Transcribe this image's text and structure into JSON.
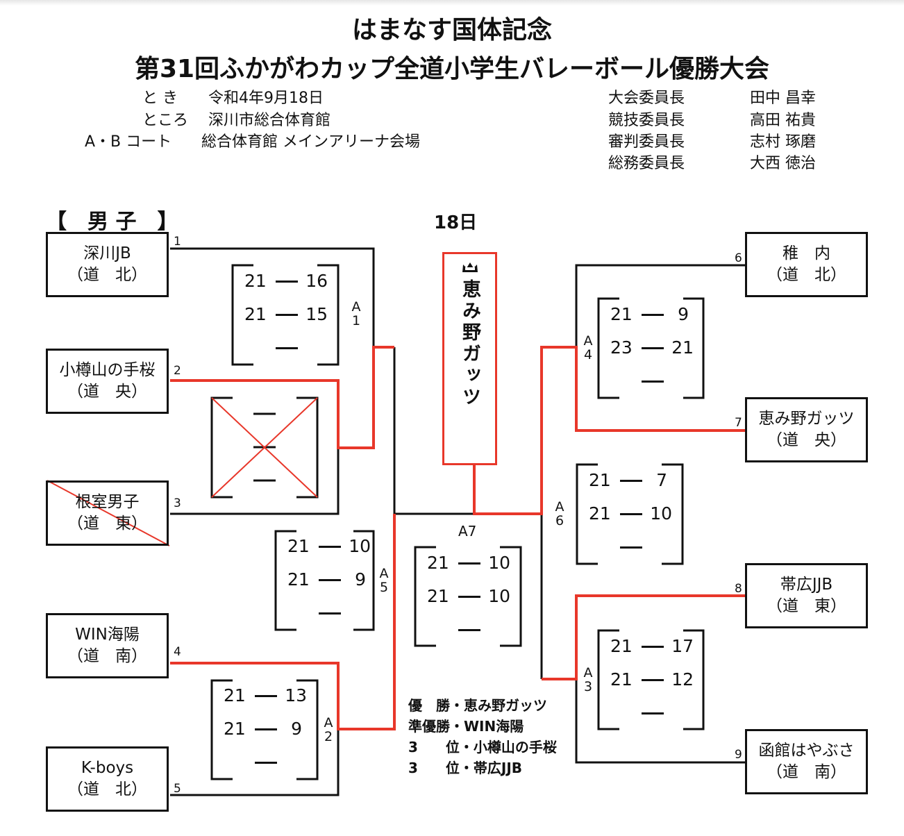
{
  "header": {
    "title1": "はまなす国体記念",
    "title2": "第31回ふかがわカップ全道小学生バレーボール優勝大会"
  },
  "info_left": [
    {
      "label": "と き",
      "value": "令和4年9月18日"
    },
    {
      "label": "ところ",
      "value": "深川市総合体育館"
    },
    {
      "label": "A・B コート",
      "value": "総合体育館 メインアリーナ会場"
    }
  ],
  "officials": [
    {
      "role": "大会委員長",
      "name": "田中 昌幸"
    },
    {
      "role": "競技委員長",
      "name": "高田 祐貴"
    },
    {
      "role": "審判委員長",
      "name": "志村 琢磨"
    },
    {
      "role": "総務委員長",
      "name": "大西 徳治"
    }
  ],
  "division": "【　男 子　】",
  "day": "18日",
  "teams": [
    {
      "seed": "1",
      "name": "深川JB",
      "region": "（道　北）"
    },
    {
      "seed": "2",
      "name": "小樽山の手桜",
      "region": "（道　央）"
    },
    {
      "seed": "3",
      "name": "根室男子",
      "region": "（道　東）",
      "withdrawn": true
    },
    {
      "seed": "4",
      "name": "WIN海陽",
      "region": "（道　南）"
    },
    {
      "seed": "5",
      "name": "K-boys",
      "region": "（道　北）"
    },
    {
      "seed": "6",
      "name": "稚　内",
      "region": "（道　北）"
    },
    {
      "seed": "7",
      "name": "恵み野ガッツ",
      "region": "（道　央）"
    },
    {
      "seed": "8",
      "name": "帯広JJB",
      "region": "（道　東）"
    },
    {
      "seed": "9",
      "name": "函館はやぶさ",
      "region": "（道　南）"
    }
  ],
  "games": {
    "A1": {
      "label": "A1",
      "sets": [
        [
          "21",
          "16"
        ],
        [
          "21",
          "15"
        ]
      ]
    },
    "A2": {
      "label": "A2",
      "sets": [
        [
          "21",
          "13"
        ],
        [
          "21",
          "9"
        ]
      ]
    },
    "A3": {
      "label": "A3",
      "sets": [
        [
          "21",
          "17"
        ],
        [
          "21",
          "12"
        ]
      ]
    },
    "A4": {
      "label": "A4",
      "sets": [
        [
          "21",
          "9"
        ],
        [
          "23",
          "21"
        ]
      ]
    },
    "A5": {
      "label": "A5",
      "sets": [
        [
          "21",
          "10"
        ],
        [
          "21",
          "9"
        ]
      ]
    },
    "A6": {
      "label": "A6",
      "sets": [
        [
          "21",
          "7"
        ],
        [
          "21",
          "10"
        ]
      ]
    },
    "A7": {
      "label": "A7",
      "sets": [
        [
          "21",
          "10"
        ],
        [
          "21",
          "10"
        ]
      ]
    }
  },
  "champion": "恵み野ガッツ",
  "results": [
    "優　勝・恵み野ガッツ",
    "準優勝・WIN海陽",
    "3　　位・小樽山の手桜",
    "3　　位・帯広JJB"
  ],
  "colors": {
    "winner_line": "#e8372a",
    "line": "#111111"
  }
}
